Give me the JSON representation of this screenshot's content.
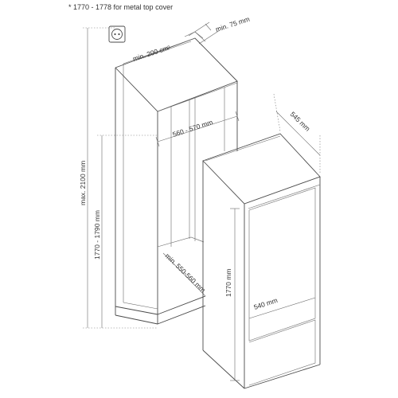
{
  "diagram": {
    "footnote": "*  1770 - 1778 for metal top cover",
    "labels": {
      "vent_area": "min. 200 cm",
      "vent_area_sup": "2",
      "top_gap": "min. 75 mm",
      "total_height": "max. 2100 mm",
      "niche_height": "1770 - 1790 mm",
      "niche_width": "560 - 570 mm",
      "niche_depth": "min. 550-560 mm",
      "appliance_depth": "545 mm",
      "appliance_height": "1770 mm",
      "appliance_width": "540 mm"
    },
    "icons": {
      "socket": "power-socket-icon"
    },
    "colors": {
      "line": "#4a4a4a",
      "text": "#333333"
    }
  }
}
